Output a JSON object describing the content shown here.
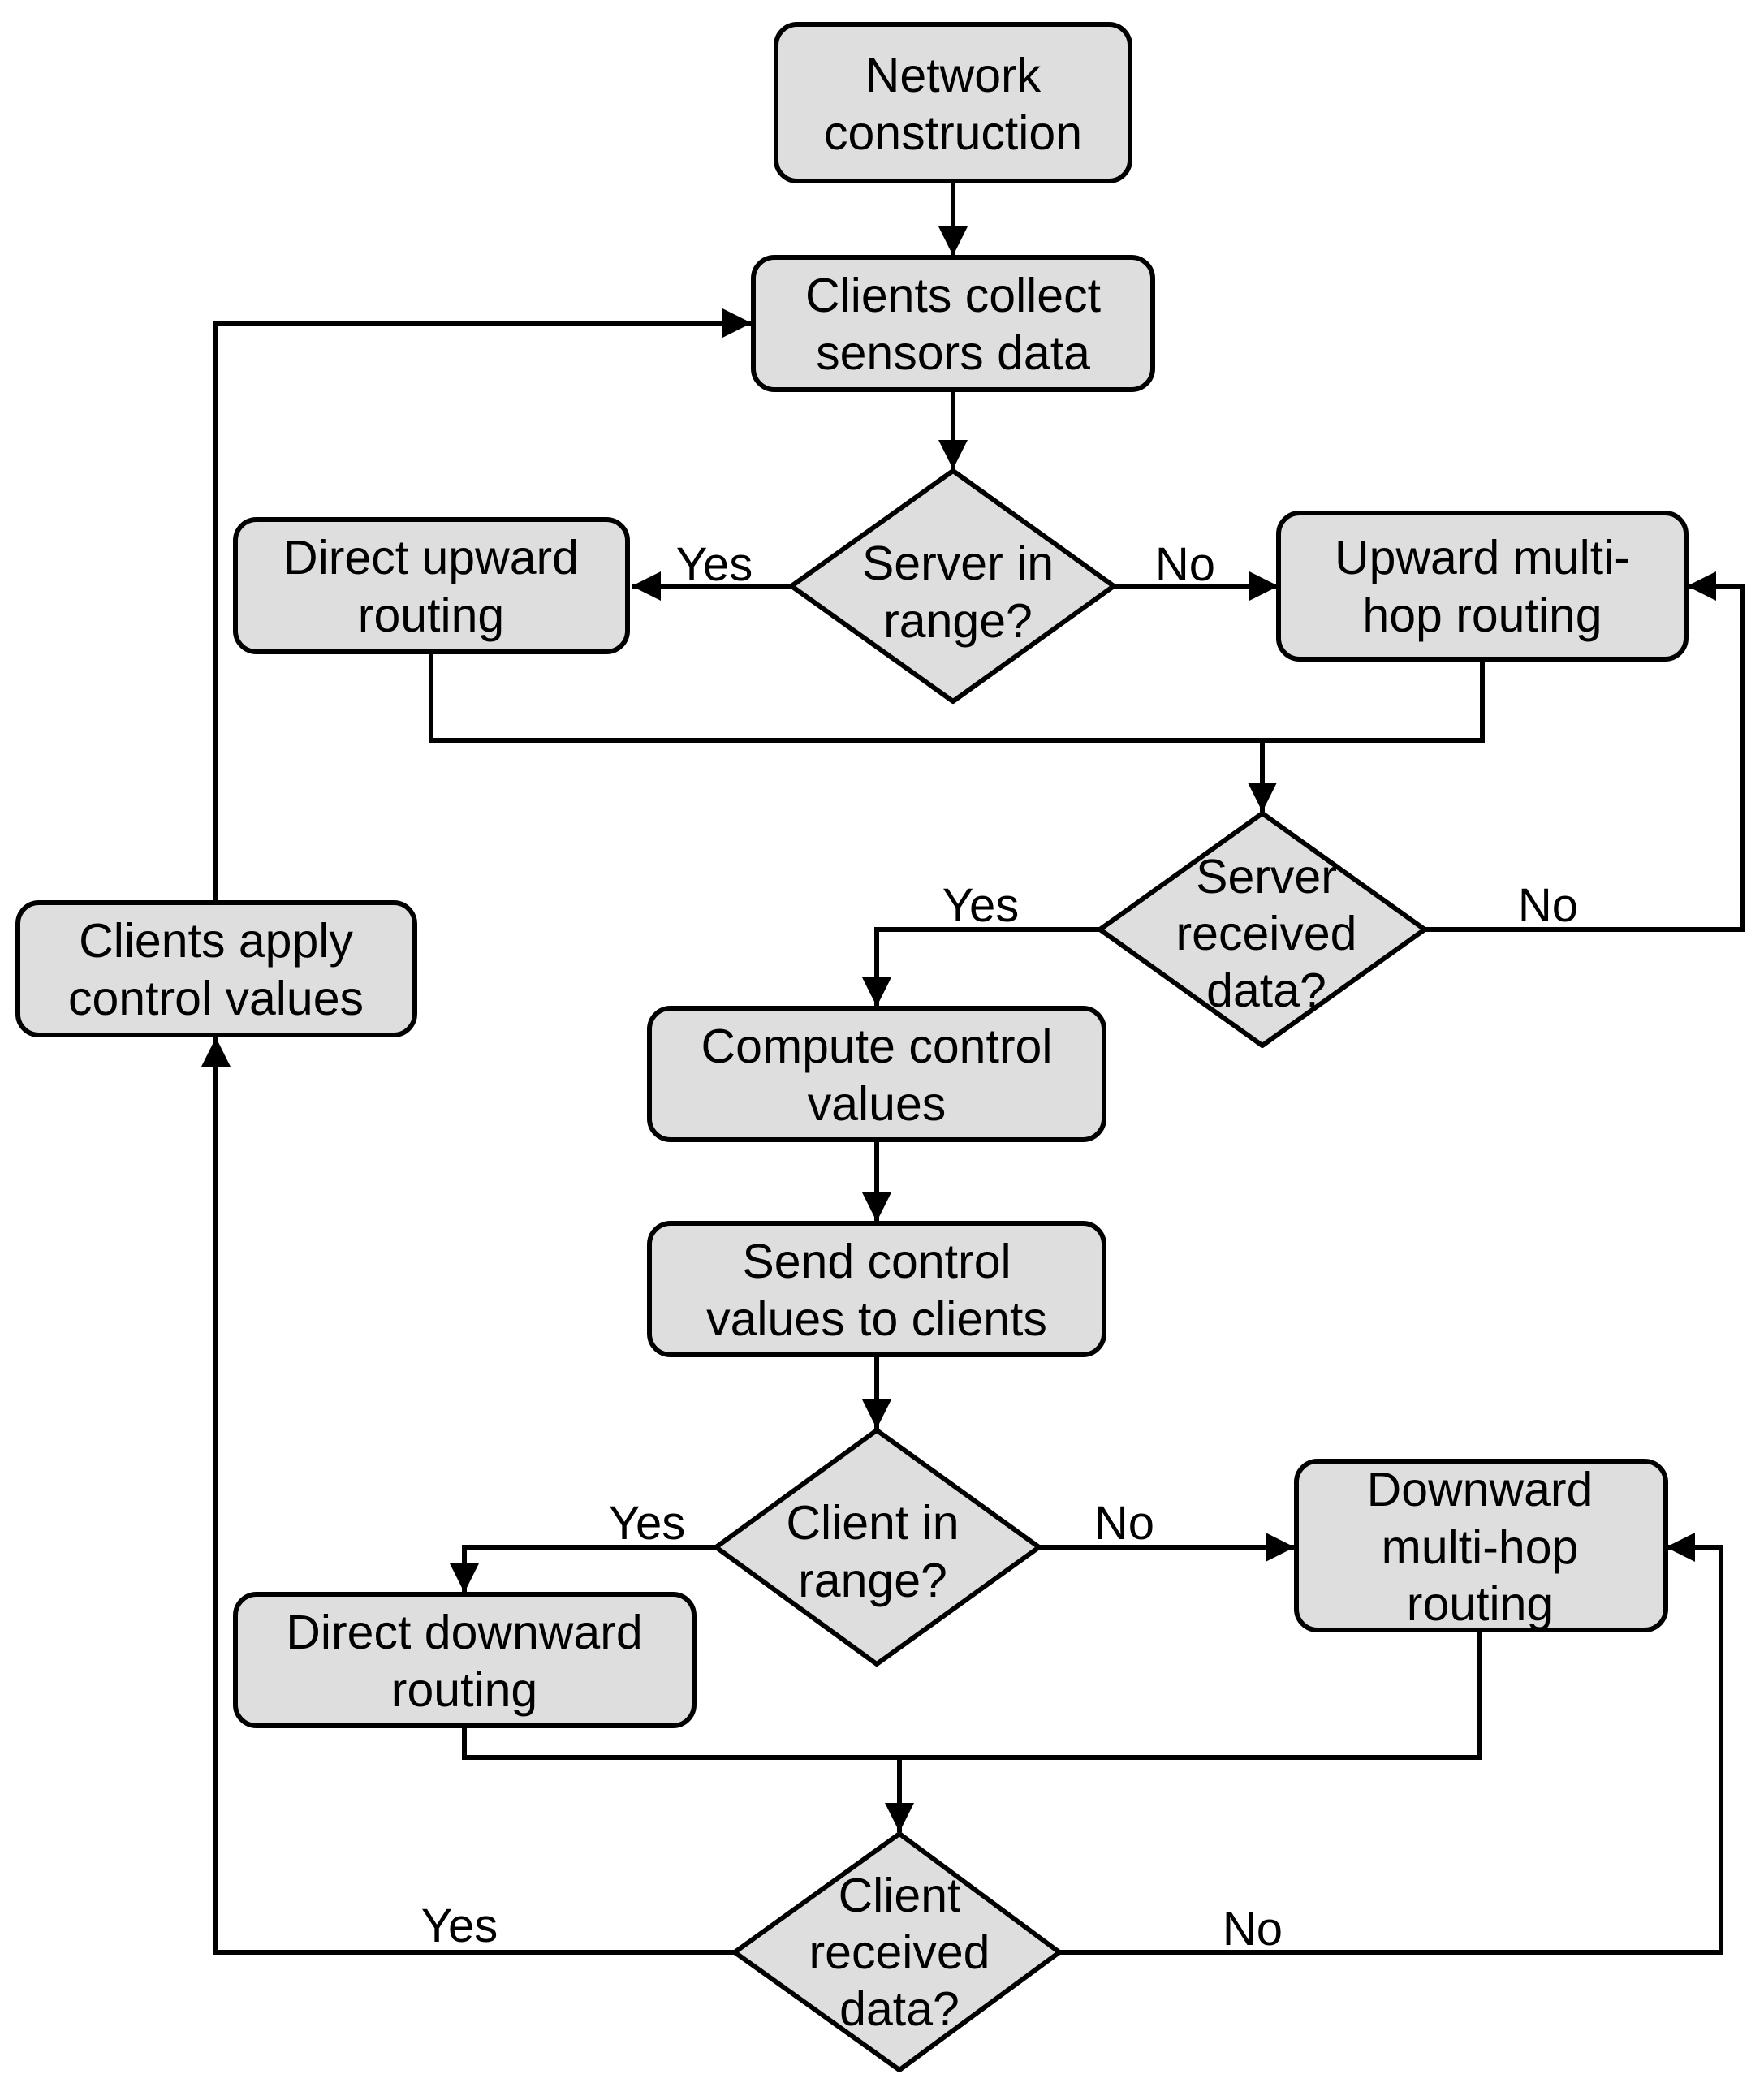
{
  "nodes": {
    "network_construction": {
      "line1": "Network",
      "line2": "construction"
    },
    "clients_collect": {
      "line1": "Clients collect",
      "line2": "sensors data"
    },
    "server_in_range": {
      "line1": "Server in",
      "line2": "range?"
    },
    "direct_upward": {
      "line1": "Direct upward",
      "line2": "routing"
    },
    "upward_multihop": {
      "line1": "Upward multi-",
      "line2": "hop routing"
    },
    "server_received": {
      "line1": "Server",
      "line2": "received",
      "line3": "data?"
    },
    "compute_control": {
      "line1": "Compute control",
      "line2": "values"
    },
    "send_control": {
      "line1": "Send control",
      "line2": "values to clients"
    },
    "client_in_range": {
      "line1": "Client in",
      "line2": "range?"
    },
    "direct_downward": {
      "line1": "Direct downward",
      "line2": "routing"
    },
    "downward_multihop": {
      "line1": "Downward",
      "line2": "multi-hop",
      "line3": "routing"
    },
    "client_received": {
      "line1": "Client",
      "line2": "received",
      "line3": "data?"
    },
    "clients_apply": {
      "line1": "Clients apply",
      "line2": "control values"
    }
  },
  "edge_labels": {
    "server_range_yes": "Yes",
    "server_range_no": "No",
    "server_received_yes": "Yes",
    "server_received_no": "No",
    "client_range_yes": "Yes",
    "client_range_no": "No",
    "client_received_yes": "Yes",
    "client_received_no": "No"
  }
}
